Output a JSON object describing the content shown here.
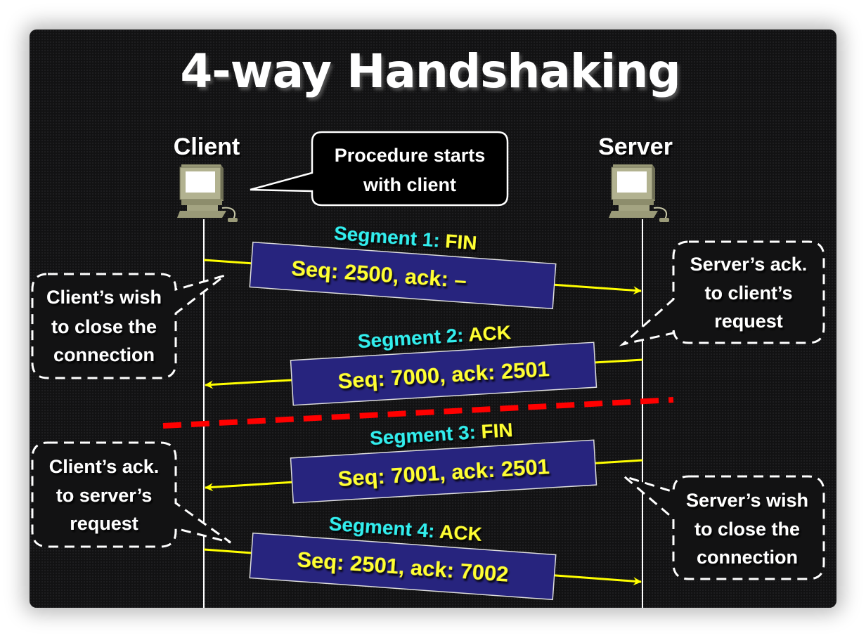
{
  "title": "4-way Handshaking",
  "colors": {
    "background": "#121213",
    "lifeline": "#ffffff",
    "arrow": "#ffff00",
    "segment_box_fill": "#27247e",
    "segment_label_name": "#33eeee",
    "segment_label_flag": "#ffff33",
    "segment_box_text": "#ffff33",
    "divider": "#ff0000",
    "note_text": "#ffffff"
  },
  "nodes": {
    "client": {
      "label": "Client",
      "icon": "desktop-computer-icon"
    },
    "server": {
      "label": "Server",
      "icon": "desktop-computer-icon"
    }
  },
  "callout": {
    "lines": [
      "Procedure starts",
      "with client"
    ]
  },
  "segments": [
    {
      "name": "Segment 1:",
      "flag": "FIN",
      "seq_ack": "Seq: 2500, ack: –",
      "direction": "client-to-server"
    },
    {
      "name": "Segment 2:",
      "flag": "ACK",
      "seq_ack": "Seq: 7000, ack: 2501",
      "direction": "server-to-client"
    },
    {
      "name": "Segment 3:",
      "flag": "FIN",
      "seq_ack": "Seq: 7001, ack: 2501",
      "direction": "server-to-client"
    },
    {
      "name": "Segment 4:",
      "flag": "ACK",
      "seq_ack": "Seq: 2501, ack: 7002",
      "direction": "client-to-server"
    }
  ],
  "notes": {
    "client_wish": [
      "Client’s wish",
      "to close the",
      "connection"
    ],
    "server_ack": [
      "Server’s ack.",
      "to client’s",
      "request"
    ],
    "client_ack": [
      "Client’s ack.",
      "to server’s",
      "request"
    ],
    "server_wish": [
      "Server’s wish",
      "to close the",
      "connection"
    ]
  }
}
